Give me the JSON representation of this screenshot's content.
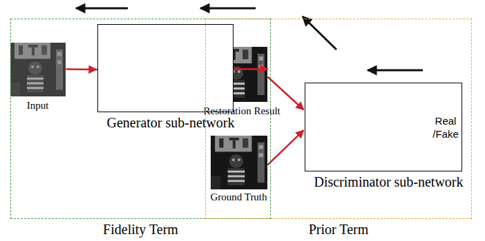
{
  "diagram": {
    "nodes": [
      {
        "text": [
          "Fidelity Term"
        ]
      },
      {
        "text": [
          "Input"
        ],
        "in": 0
      },
      {
        "text": [
          "Generator sub-network"
        ],
        "in": 0
      },
      {
        "text": [
          "Restoration Result"
        ],
        "in": 0
      },
      {
        "text": [
          "Ground Truth"
        ],
        "in": 0
      },
      {
        "text": [
          "Prior Term"
        ]
      },
      {
        "text": [
          "Discriminator sub-network"
        ],
        "in": 5
      }
    ],
    "edges": [
      {
        "from": 1,
        "to": 2,
        "arrow": "to"
      },
      {
        "from": 2,
        "to": 3,
        "arrow": "to"
      },
      {
        "from": 3,
        "to": 6,
        "arrow": "to"
      },
      {
        "from": 4,
        "to": 6,
        "arrow": "to"
      }
    ],
    "labels": [
      "Real /Fake"
    ]
  }
}
